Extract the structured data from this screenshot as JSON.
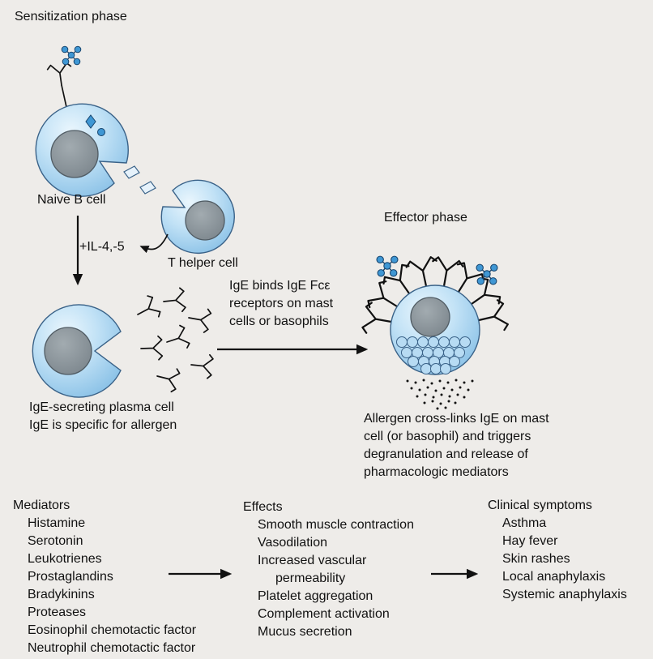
{
  "titles": {
    "sensitization": "Sensitization phase",
    "effector": "Effector phase"
  },
  "cells": {
    "naive_b": "Naive B cell",
    "il_signal": "+IL-4,-5",
    "t_helper": "T helper cell"
  },
  "annotations": {
    "plasma": [
      "IgE-secreting plasma cell",
      "IgE is specific for allergen"
    ],
    "ige_binds": [
      "IgE binds IgE Fcε",
      "receptors on mast",
      "cells or basophils"
    ],
    "crosslink": [
      "Allergen cross-links IgE on mast",
      "cell (or basophil) and triggers",
      "degranulation and release of",
      "pharmacologic mediators"
    ]
  },
  "columns": {
    "mediators": {
      "title": "Mediators",
      "items": [
        "Histamine",
        "Serotonin",
        "Leukotrienes",
        "Prostaglandins",
        "Bradykinins",
        "Proteases",
        "Eosinophil chemotactic factor",
        "Neutrophil chemotactic factor"
      ]
    },
    "effects": {
      "title": "Effects",
      "items": [
        "Smooth muscle contraction",
        "Vasodilation",
        "Increased vascular permeability",
        "Platelet aggregation",
        "Complement activation",
        "Mucus secretion"
      ]
    },
    "clinical_symptoms": {
      "title": "Clinical symptoms",
      "items": [
        "Asthma",
        "Hay fever",
        "Skin rashes",
        "Local anaphylaxis",
        "Systemic anaphylaxis"
      ]
    }
  },
  "colors": {
    "background": "#eeece9",
    "cell_fill_light": "#eaf6fd",
    "cell_fill_dark": "#88c0e6",
    "cell_stroke": "#3a6288",
    "nucleus_fill": "#79838a",
    "allergen_fill": "#3f97d4",
    "text": "#111111"
  }
}
